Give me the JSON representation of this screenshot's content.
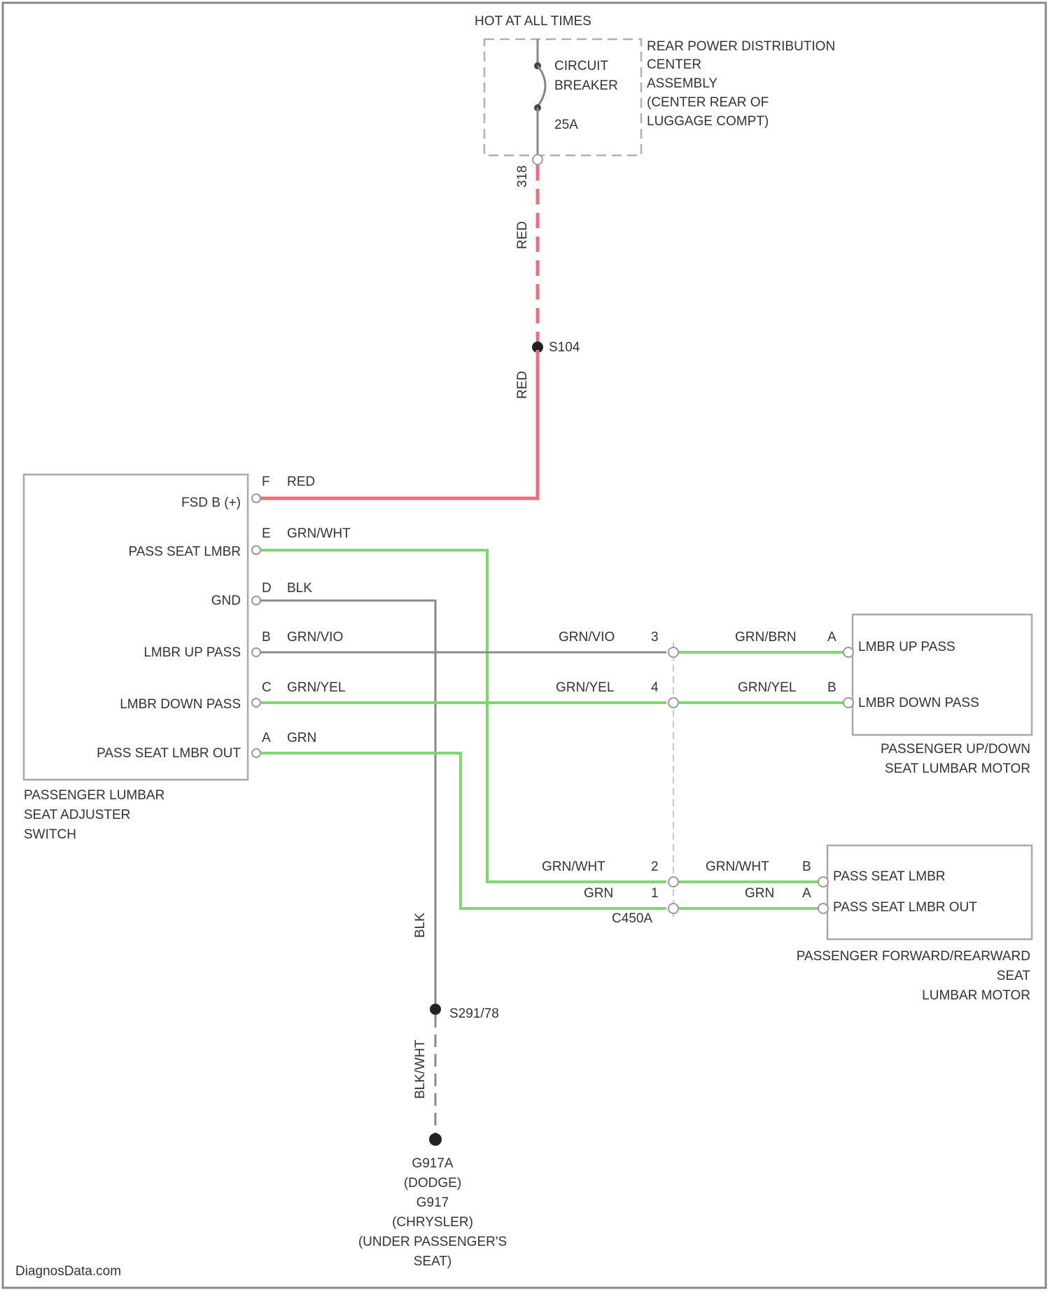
{
  "diagram": {
    "header": "HOT AT ALL TIMES",
    "breaker": {
      "line1": "CIRCUIT",
      "line2": "BREAKER",
      "rating": "25A"
    },
    "rpdc": [
      "REAR POWER DISTRIBUTION",
      "CENTER",
      "ASSEMBLY",
      "(CENTER REAR OF",
      "LUGGAGE COMPT)"
    ],
    "upper_wire": {
      "circuit": "318",
      "color": "RED"
    },
    "splice_top": "S104",
    "lower_wire_color": "RED",
    "switch": {
      "name": [
        "PASSENGER LUMBAR",
        "SEAT ADJUSTER",
        "SWITCH"
      ],
      "pins": [
        {
          "label": "FSD B (+)",
          "pin": "F",
          "wire": "RED"
        },
        {
          "label": "PASS SEAT LMBR",
          "pin": "E",
          "wire": "GRN/WHT"
        },
        {
          "label": "GND",
          "pin": "D",
          "wire": "BLK"
        },
        {
          "label": "LMBR UP PASS",
          "pin": "B",
          "wire": "GRN/VIO"
        },
        {
          "label": "LMBR DOWN PASS",
          "pin": "C",
          "wire": "GRN/YEL"
        },
        {
          "label": "PASS SEAT LMBR OUT",
          "pin": "A",
          "wire": "GRN"
        }
      ]
    },
    "connector": {
      "id": "C450A",
      "rows": [
        {
          "left_wire": "GRN/VIO",
          "pin": "3",
          "right_wire": "GRN/BRN",
          "motor_pin": "A"
        },
        {
          "left_wire": "GRN/YEL",
          "pin": "4",
          "right_wire": "GRN/YEL",
          "motor_pin": "B"
        },
        {
          "left_wire": "GRN/WHT",
          "pin": "2",
          "right_wire": "GRN/WHT",
          "motor_pin": "B"
        },
        {
          "left_wire": "GRN",
          "pin": "1",
          "right_wire": "GRN",
          "motor_pin": "A"
        }
      ]
    },
    "motor_updown": {
      "pins": [
        "LMBR UP PASS",
        "LMBR DOWN PASS"
      ],
      "name": [
        "PASSENGER UP/DOWN",
        "SEAT LUMBAR MOTOR"
      ]
    },
    "motor_fwdrear": {
      "pins": [
        "PASS SEAT LMBR",
        "PASS SEAT LMBR OUT"
      ],
      "name": [
        "PASSENGER FORWARD/REARWARD",
        "SEAT",
        "LUMBAR MOTOR"
      ]
    },
    "ground_wire_upper": "BLK",
    "splice_bottom": "S291/78",
    "ground_wire_lower": "BLK/WHT",
    "ground": [
      "G917A",
      "(DODGE)",
      "G917",
      "(CHRYSLER)",
      "(UNDER PASSENGER'S",
      "SEAT)"
    ],
    "watermark": "DiagnosData.com",
    "colors": {
      "red_wire": "#f06d7d",
      "green_wire": "#7ed86c",
      "black_wire": "#8a8a8a"
    }
  }
}
